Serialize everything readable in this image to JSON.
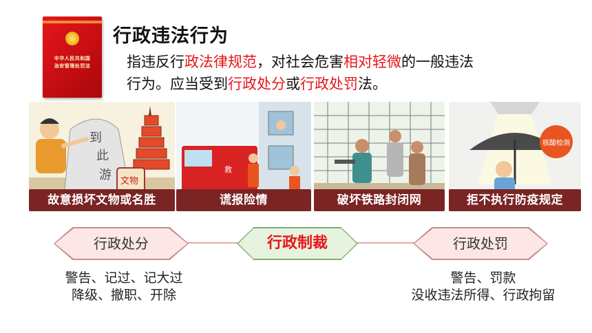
{
  "book": {
    "title_line1": "中华人民共和国",
    "title_line2": "治安管理处罚法"
  },
  "heading": "行政违法行为",
  "definition": {
    "p1": "指违反行",
    "r1": "政法律规范",
    "p2": "，对社会危害",
    "r2": "相对轻微",
    "p3": "的一般违法",
    "p4": "行为。应当受到",
    "r3": "行政处分",
    "p5": "或",
    "r4": "行政处罚",
    "p6": "法。"
  },
  "examples": [
    {
      "caption": "故意损坏文物或名胜",
      "icon": "graffiti-pagoda-illustration",
      "scribble1": "到",
      "scribble2": "此",
      "scribble3": "游",
      "sign": "文物"
    },
    {
      "caption": "谎报险情",
      "icon": "fire-truck-illustration",
      "truck_text": "救"
    },
    {
      "caption": "破坏铁路封闭网",
      "icon": "railway-fence-illustration"
    },
    {
      "caption": "拒不执行防疫规定",
      "icon": "quarantine-umbrella-illustration",
      "sign": "核酸检测"
    }
  ],
  "diagram": {
    "left": "行政处分",
    "center": "行政制裁",
    "right": "行政处罚",
    "left_items": [
      "警告、记过、记大过",
      "降级、撤职、开除"
    ],
    "right_items": [
      "警告、罚款",
      "没收违法所得、行政拘留"
    ]
  },
  "colors": {
    "accent_red": "#e8161b",
    "caption_bg": "#7a2424",
    "hex_pink": "#fde6e6",
    "hex_green": "#e6f3df"
  }
}
